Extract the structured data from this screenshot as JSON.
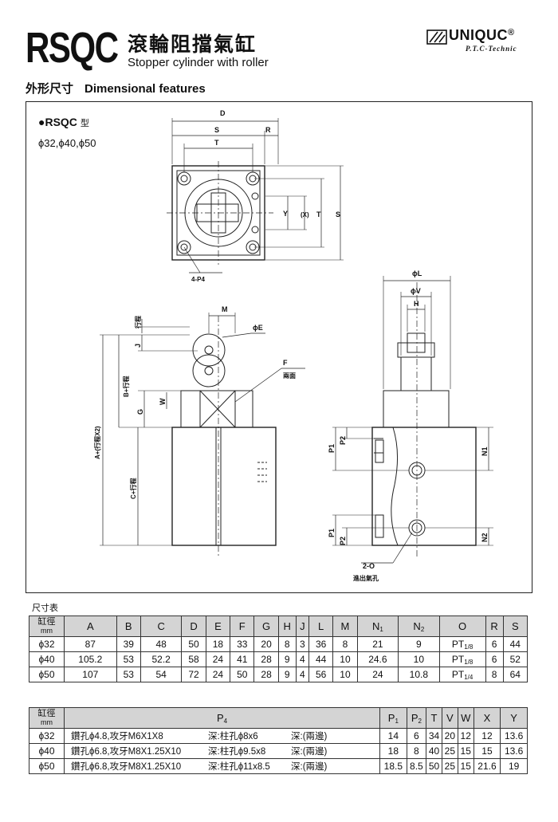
{
  "header": {
    "model": "RSQC",
    "title_zh": "滾輪阻擋氣缸",
    "title_en": "Stopper cylinder with roller",
    "brand": "UNIQUC",
    "brand_sub": "P.T.C-Technic",
    "registered": "®"
  },
  "section": {
    "title_zh": "外形尺寸",
    "title_en": "Dimensional features"
  },
  "drawing": {
    "model_label": "●RSQC",
    "model_suffix": "型",
    "bores": "ϕ32,ϕ40,ϕ50",
    "labels": {
      "D": "D",
      "S": "S",
      "R": "R",
      "T": "T",
      "Y": "Y",
      "X": "(X)",
      "T_right": "T",
      "S_right": "S",
      "four_p4": "4-P4",
      "phiL": "ϕL",
      "phiV": "ϕV",
      "H": "H",
      "M": "M",
      "phiE": "ϕE",
      "F": "F",
      "F_note": "兩面",
      "stroke": "行程",
      "J": "J",
      "B_stroke": "B+行程",
      "G": "G",
      "W": "W",
      "A_stroke": "A+(行程X2)",
      "C_stroke": "C+行程",
      "P1": "P1",
      "P2": "P2",
      "N1": "N1",
      "N2": "N2",
      "port": "2-O",
      "port_note": "進出氣孔"
    }
  },
  "table1": {
    "caption": "尺寸表",
    "head_zh": "缸徑",
    "head_unit": "mm",
    "columns": [
      "A",
      "B",
      "C",
      "D",
      "E",
      "F",
      "G",
      "H",
      "J",
      "L",
      "M",
      "N1",
      "N2",
      "O",
      "R",
      "S"
    ],
    "rows": [
      {
        "bore": "ϕ32",
        "values": [
          "87",
          "39",
          "48",
          "50",
          "18",
          "33",
          "20",
          "8",
          "3",
          "36",
          "8",
          "21",
          "9",
          "PT1/8",
          "6",
          "44"
        ]
      },
      {
        "bore": "ϕ40",
        "values": [
          "105.2",
          "53",
          "52.2",
          "58",
          "24",
          "41",
          "28",
          "9",
          "4",
          "44",
          "10",
          "24.6",
          "10",
          "PT1/8",
          "6",
          "52"
        ]
      },
      {
        "bore": "ϕ50",
        "values": [
          "107",
          "53",
          "54",
          "72",
          "24",
          "50",
          "28",
          "9",
          "4",
          "56",
          "10",
          "24",
          "10.8",
          "PT1/4",
          "8",
          "64"
        ]
      }
    ]
  },
  "table2": {
    "head_zh": "缸徑",
    "head_unit": "mm",
    "columns": [
      "P4",
      "P1",
      "P2",
      "T",
      "V",
      "W",
      "X",
      "Y"
    ],
    "rows": [
      {
        "bore": "ϕ32",
        "p4": [
          "鑽孔ϕ4.8,攻牙M6X1X8",
          "深:柱孔ϕ8x6",
          "深:(兩邊)"
        ],
        "values": [
          "14",
          "6",
          "34",
          "20",
          "12",
          "12",
          "13.6"
        ]
      },
      {
        "bore": "ϕ40",
        "p4": [
          "鑽孔ϕ6.8,攻牙M8X1.25X10",
          "深:柱孔ϕ9.5x8",
          "深:(兩邊)"
        ],
        "values": [
          "18",
          "8",
          "40",
          "25",
          "15",
          "15",
          "13.6"
        ]
      },
      {
        "bore": "ϕ50",
        "p4": [
          "鑽孔ϕ6.8,攻牙M8X1.25X10",
          "深:柱孔ϕ11x8.5",
          "深:(兩邊)"
        ],
        "values": [
          "18.5",
          "8.5",
          "50",
          "25",
          "15",
          "21.6",
          "19"
        ]
      }
    ]
  }
}
